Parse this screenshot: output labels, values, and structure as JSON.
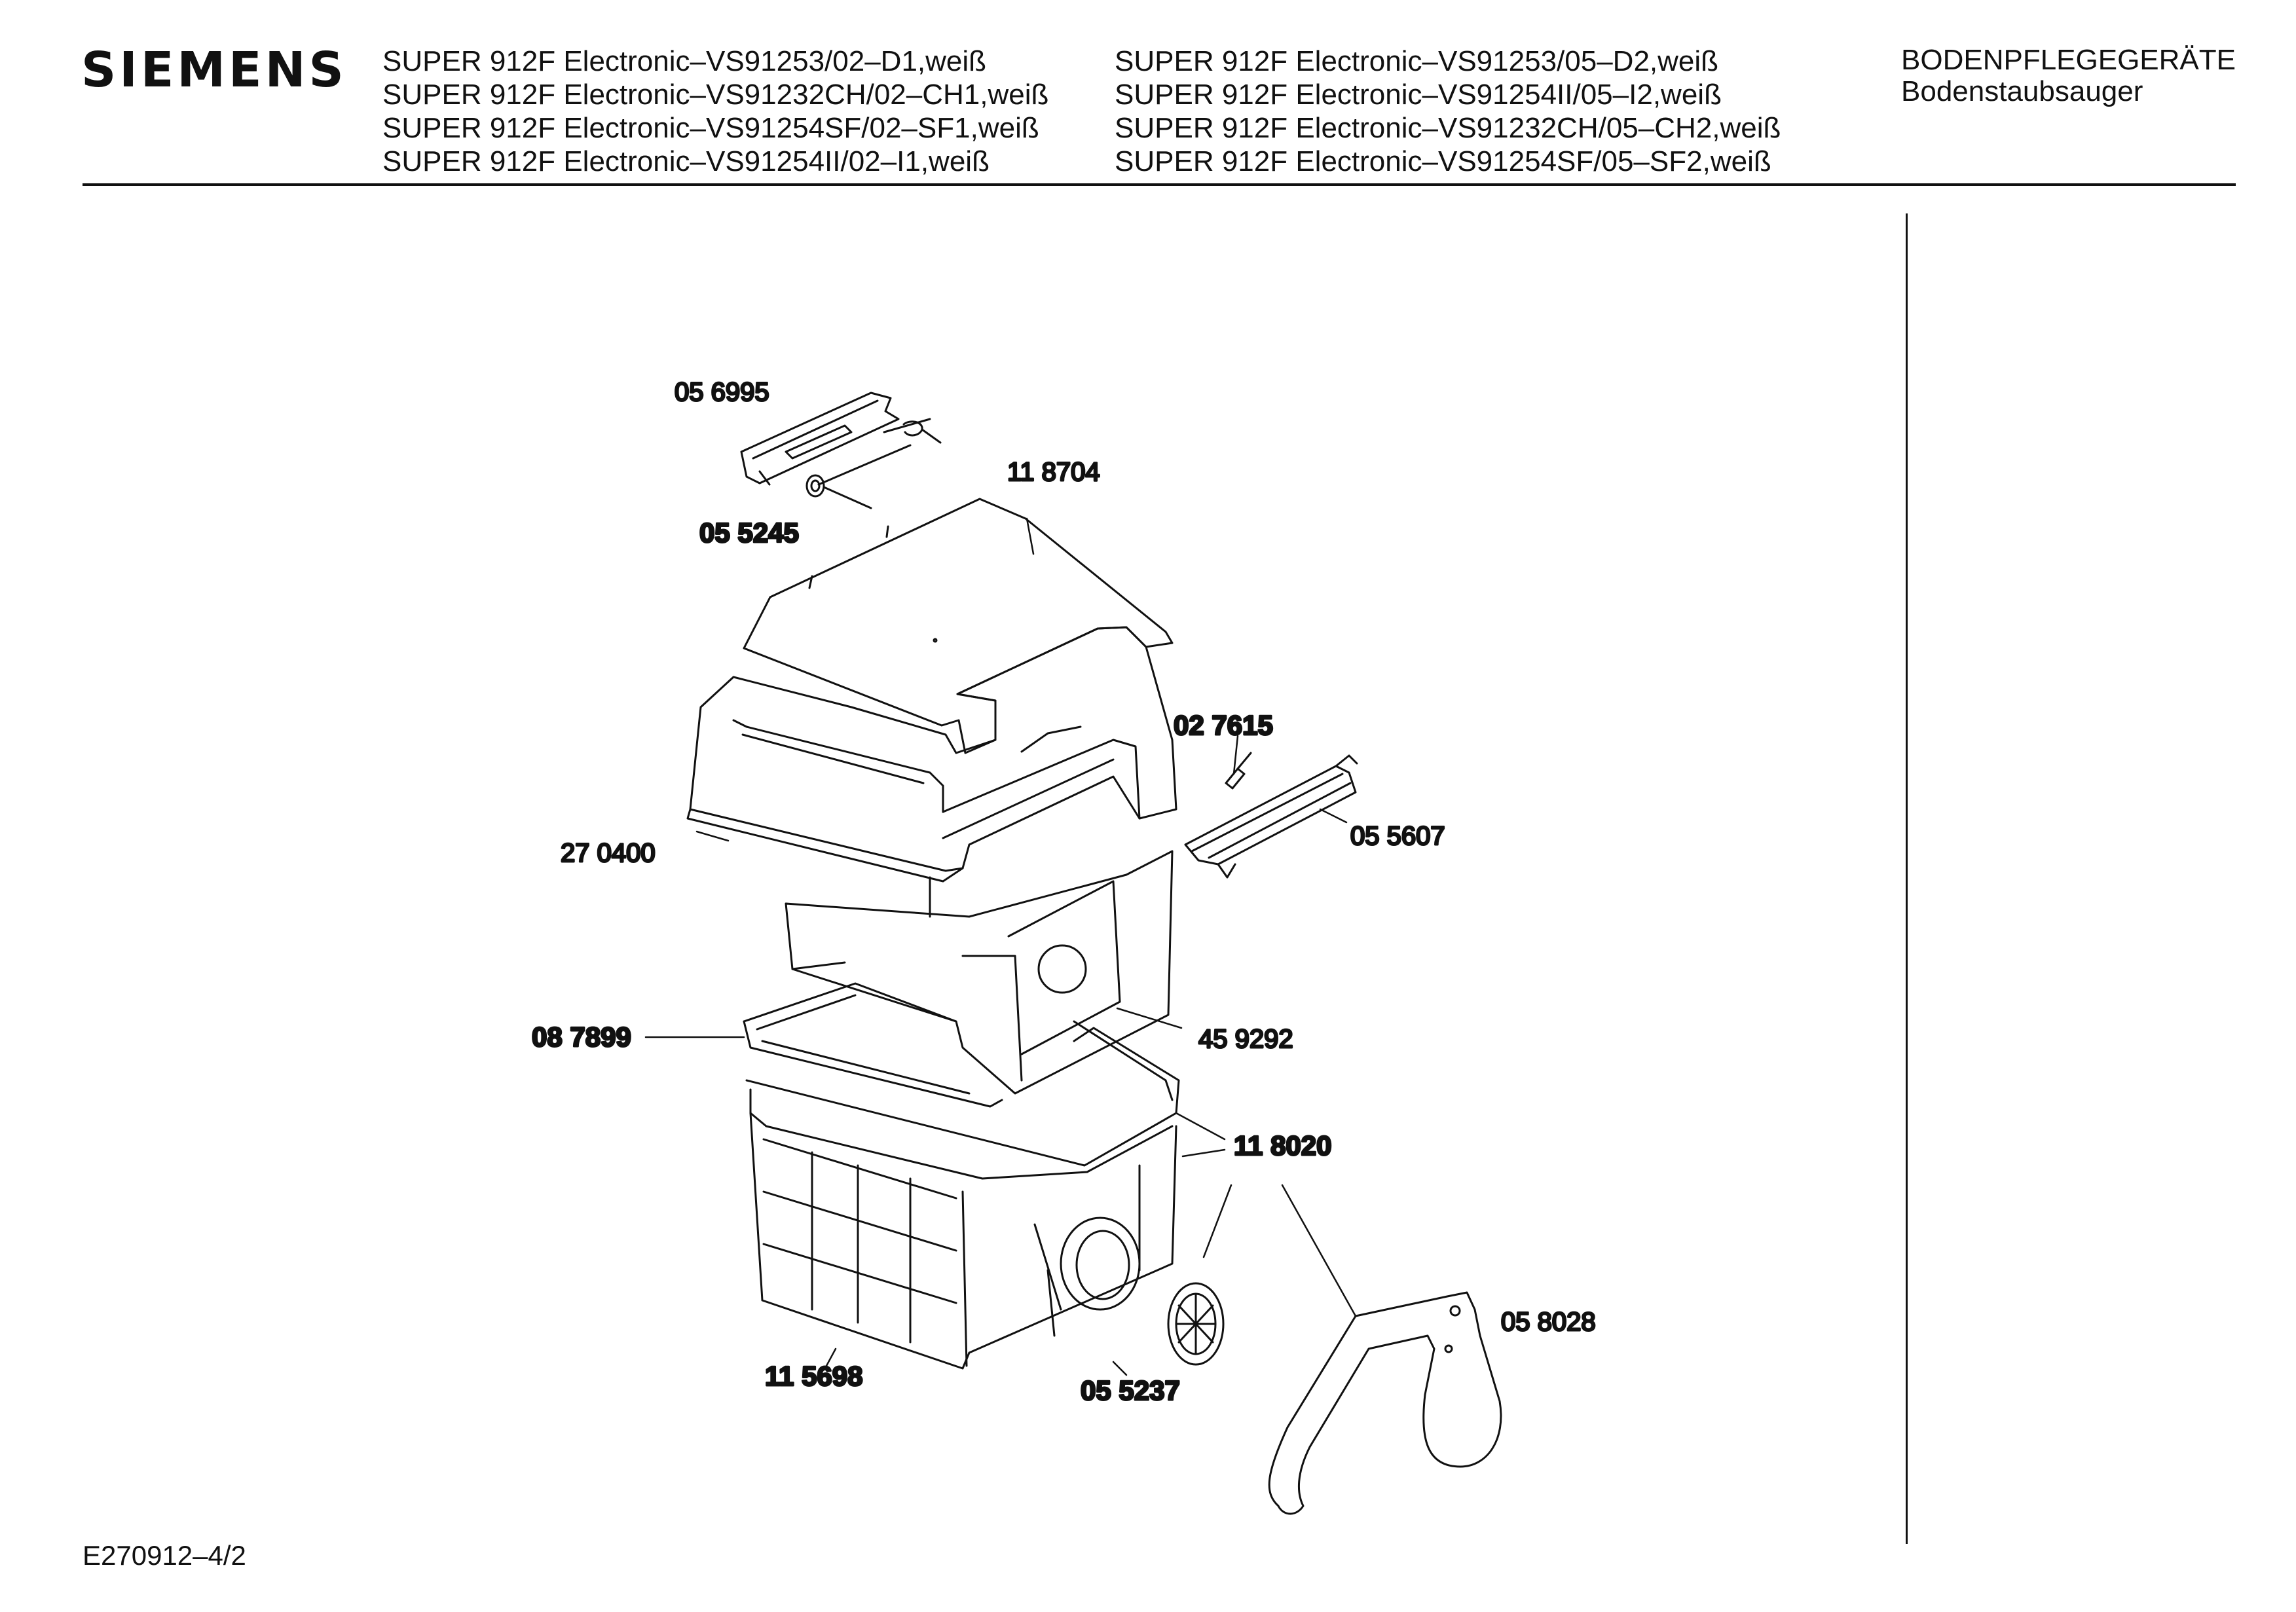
{
  "header": {
    "brand": "SIEMENS",
    "models_col1": [
      "SUPER 912F Electronic–VS91253/02–D1,weiß",
      "SUPER 912F Electronic–VS91232CH/02–CH1,weiß",
      "SUPER 912F Electronic–VS91254SF/02–SF1,weiß",
      "SUPER 912F Electronic–VS91254II/02–I1,weiß"
    ],
    "models_col2": [
      "SUPER 912F Electronic–VS91253/05–D2,weiß",
      "SUPER 912F Electronic–VS91254II/05–I2,weiß",
      "SUPER 912F Electronic–VS91232CH/05–CH2,weiß",
      "SUPER 912F Electronic–VS91254SF/05–SF2,weiß"
    ],
    "category": "BODENPFLEGEGERÄTE",
    "subcategory": "Bodenstaubsauger"
  },
  "parts": [
    {
      "id": "056995",
      "label": "05 6995",
      "bold": false
    },
    {
      "id": "055245",
      "label": "05 5245",
      "bold": true
    },
    {
      "id": "118704",
      "label": "11 8704",
      "bold": false
    },
    {
      "id": "027615",
      "label": "02 7615",
      "bold": true
    },
    {
      "id": "055607",
      "label": "05 5607",
      "bold": false
    },
    {
      "id": "270400",
      "label": "27 0400",
      "bold": false
    },
    {
      "id": "087899",
      "label": "08 7899",
      "bold": true
    },
    {
      "id": "459292",
      "label": "45 9292",
      "bold": false
    },
    {
      "id": "118020",
      "label": "11 8020",
      "bold": true
    },
    {
      "id": "058028",
      "label": "05 8028",
      "bold": false
    },
    {
      "id": "115698",
      "label": "11 5698",
      "bold": true
    },
    {
      "id": "055237",
      "label": "05 5237",
      "bold": true
    }
  ],
  "footer": {
    "drawing_number": "E270912–4/2"
  }
}
